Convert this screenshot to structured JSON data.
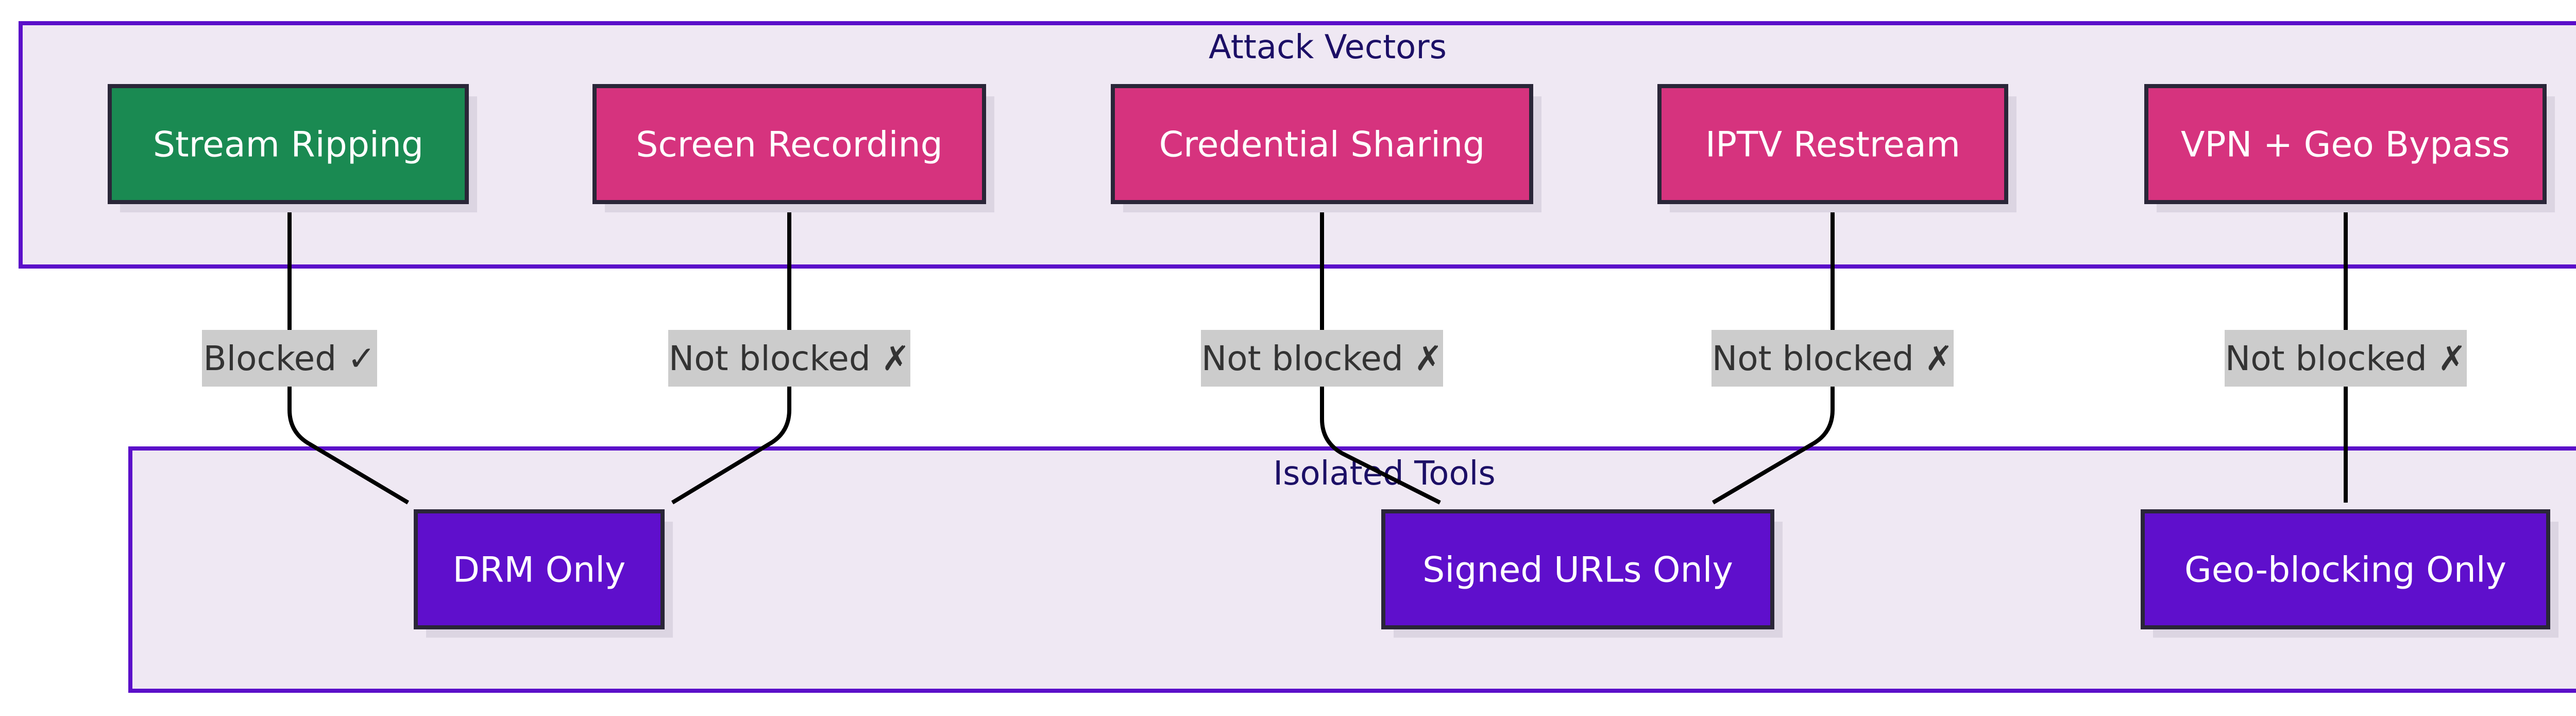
{
  "colors": {
    "group_fill": "#efe8f3",
    "group_stroke": "#5b0fc9",
    "title_text": "#1c0f66",
    "attack_blocked_fill": "#1a8a52",
    "attack_fill": "#d6337e",
    "tool_fill": "#5f0fcc",
    "node_stroke": "#2a2638",
    "node_shadow": "#dcd5e2",
    "edge": "#000000",
    "edge_label_bg": "#cccccc",
    "edge_label_text": "#333333"
  },
  "groups": {
    "attack_vectors": {
      "title": "Attack Vectors"
    },
    "isolated_tools": {
      "title": "Isolated Tools"
    }
  },
  "attacks": [
    {
      "id": "stream-ripping",
      "label": "Stream Ripping",
      "status": "blocked"
    },
    {
      "id": "screen-recording",
      "label": "Screen Recording",
      "status": "not-blocked"
    },
    {
      "id": "credential-sharing",
      "label": "Credential Sharing",
      "status": "not-blocked"
    },
    {
      "id": "iptv-restream",
      "label": "IPTV Restream",
      "status": "not-blocked"
    },
    {
      "id": "vpn-geo-bypass",
      "label": "VPN + Geo Bypass",
      "status": "not-blocked"
    }
  ],
  "tools": [
    {
      "id": "drm-only",
      "label": "DRM Only"
    },
    {
      "id": "signed-urls-only",
      "label": "Signed URLs Only"
    },
    {
      "id": "geo-blocking-only",
      "label": "Geo-blocking Only"
    }
  ],
  "edges": [
    {
      "from": "stream-ripping",
      "to": "drm-only",
      "label": "Blocked ✓"
    },
    {
      "from": "screen-recording",
      "to": "drm-only",
      "label": "Not blocked ✗"
    },
    {
      "from": "credential-sharing",
      "to": "signed-urls-only",
      "label": "Not blocked ✗"
    },
    {
      "from": "iptv-restream",
      "to": "signed-urls-only",
      "label": "Not blocked ✗"
    },
    {
      "from": "vpn-geo-bypass",
      "to": "geo-blocking-only",
      "label": "Not blocked ✗"
    }
  ]
}
